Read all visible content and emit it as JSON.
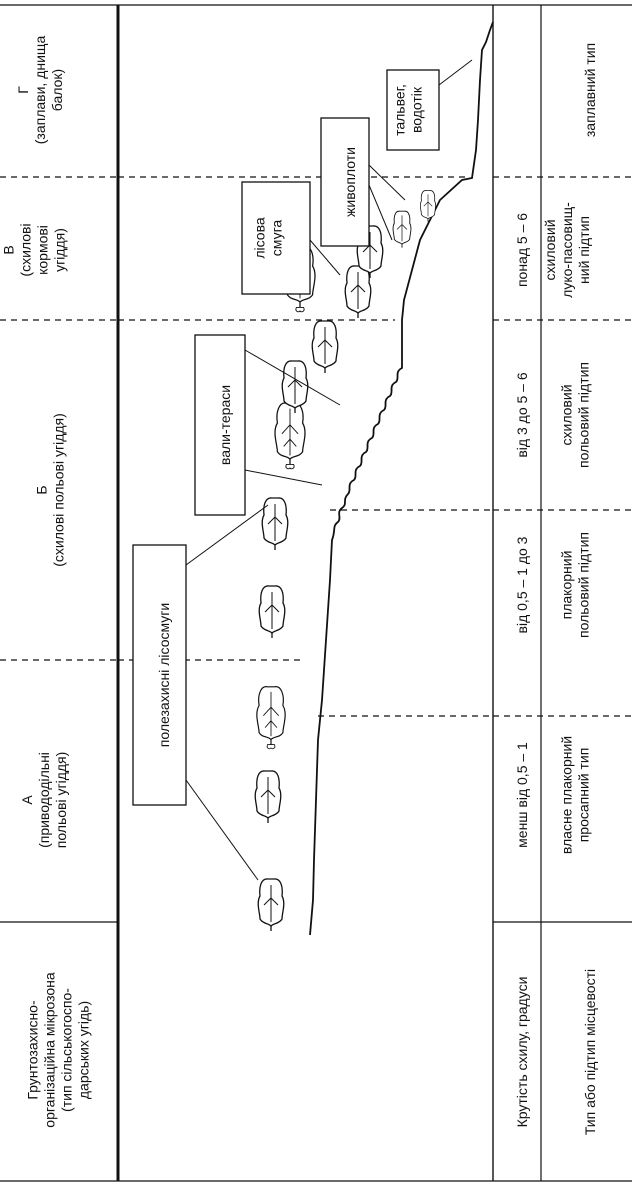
{
  "header_row": {
    "label": [
      "Грунтозахисно-",
      "організаційна мікрозона",
      "(тип сільськогоспо-",
      "дарських угідь)"
    ],
    "zones": [
      {
        "id": "A",
        "lines": [
          "А",
          "(привододільні",
          "польові угіддя)"
        ]
      },
      {
        "id": "B",
        "lines": [
          "Б",
          "(схилові польові угіддя)"
        ]
      },
      {
        "id": "V",
        "lines": [
          "В",
          "(схилові",
          "кормові",
          "угіддя)"
        ]
      },
      {
        "id": "G",
        "lines": [
          "Г",
          "(заплави, днища",
          "балок)"
        ]
      }
    ]
  },
  "slope_row": {
    "label": "Крутість схилу, градуси",
    "values": [
      "менш від 0,5 – 1",
      "від 0,5 – 1 до 3",
      "від 3 до 5 – 6",
      "понад 5 – 6"
    ]
  },
  "type_row": {
    "label": "Тип або підтип місцевості",
    "values": [
      [
        "власне плакорний",
        "просапний тип"
      ],
      [
        "плакорний",
        "польовий підтип"
      ],
      [
        "схиловий",
        "польовий підтип"
      ],
      [
        "схиловий",
        "луко-пасовищ-",
        "ний підтип"
      ],
      [
        "заплавний тип"
      ]
    ]
  },
  "callouts": {
    "shelterbelts": "полезахисні лісосмуги",
    "terraces": "вали-тераси",
    "forest_strip": [
      "лісова",
      "смуга"
    ],
    "hedges": "живоплоти",
    "thalweg": [
      "тальвег,",
      "водотік"
    ]
  }
}
